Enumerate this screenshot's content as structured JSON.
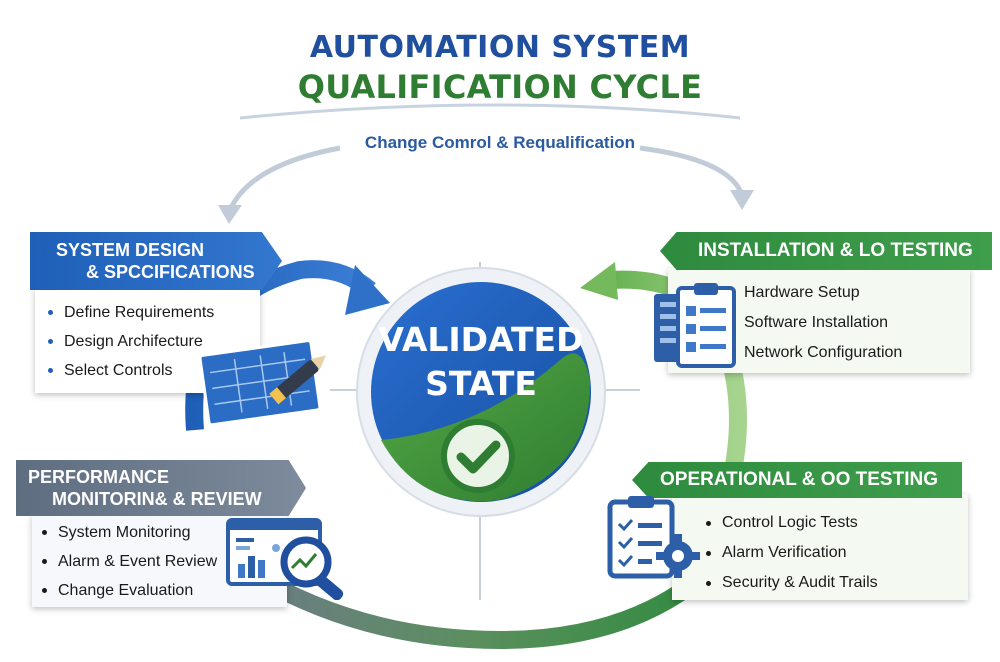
{
  "title": {
    "line1": "AUTOMATION SYSTEM",
    "line2": "QUALIFICATION CYCLE"
  },
  "change_control": "Change Comrol & Requalification",
  "center": {
    "line1": "VALIDATED",
    "line2": "STATE",
    "icon": "checkmark-icon"
  },
  "stages": {
    "design": {
      "title_line1": "SYSTEM DESIGN",
      "title_line2": "& SPCCIFICATIONS",
      "items": [
        "Define Requirements",
        "Design Archifecture",
        "Select Controls"
      ],
      "icon": "blueprint-pencil-icon"
    },
    "installation": {
      "title": "INSTALLATION & LO TESTING",
      "items": [
        "Hardware Setup",
        "Software Installation",
        "Network Configuration"
      ],
      "icon": "clipboard-server-icon"
    },
    "operational": {
      "title": "OPERATIONAL & OO TESTING",
      "items": [
        "Control Logic Tests",
        "Alarm Verification",
        "Security & Audit Trails"
      ],
      "icon": "checklist-gear-icon"
    },
    "performance": {
      "title_line1": "PERFORMANCE",
      "title_line2": "MONITORIN& & REVIEW",
      "items": [
        "System Monitoring",
        "Alarm & Event Review",
        "Change Evaluation"
      ],
      "icon": "dashboard-magnifier-icon"
    }
  },
  "colors": {
    "blue": "#1f5fb8",
    "green": "#2e8b3e",
    "gray": "#6e7a8a"
  }
}
